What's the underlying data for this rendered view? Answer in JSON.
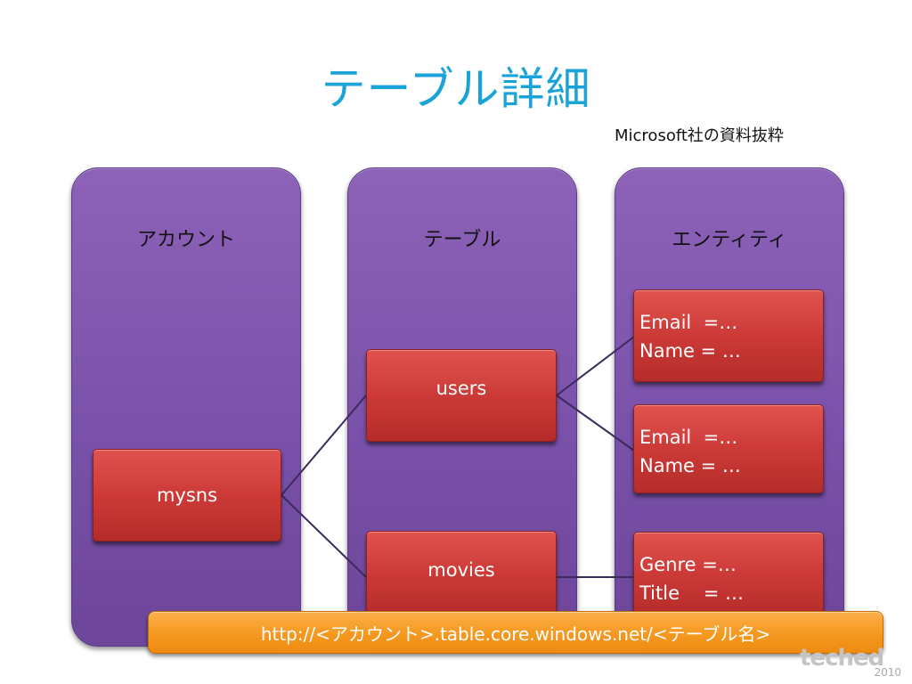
{
  "slide": {
    "title": "テーブル詳細",
    "source_note": "Microsoft社の資料抜粋"
  },
  "columns": [
    {
      "header": "アカウント"
    },
    {
      "header": "テーブル"
    },
    {
      "header": "エンティティ"
    }
  ],
  "account": {
    "label": "mysns"
  },
  "tables": [
    {
      "label": "users"
    },
    {
      "label": "movies"
    }
  ],
  "entities": [
    {
      "line1": "Email  =…",
      "line2": "Name = …"
    },
    {
      "line1": "Email  =…",
      "line2": "Name = …"
    },
    {
      "line1": "Genre =…",
      "line2": "Title    = …"
    }
  ],
  "url_bar": {
    "text": "http://<アカウント>.table.core.windows.net/<テーブル名>"
  },
  "logo": {
    "word": "teched",
    "year": "2010"
  },
  "colors": {
    "title": "#1aa3d9",
    "column_fill": "#7a51aa",
    "box_fill": "#cc3a37",
    "url_bar_fill": "#f59a22",
    "connector": "#3b2a5c"
  }
}
